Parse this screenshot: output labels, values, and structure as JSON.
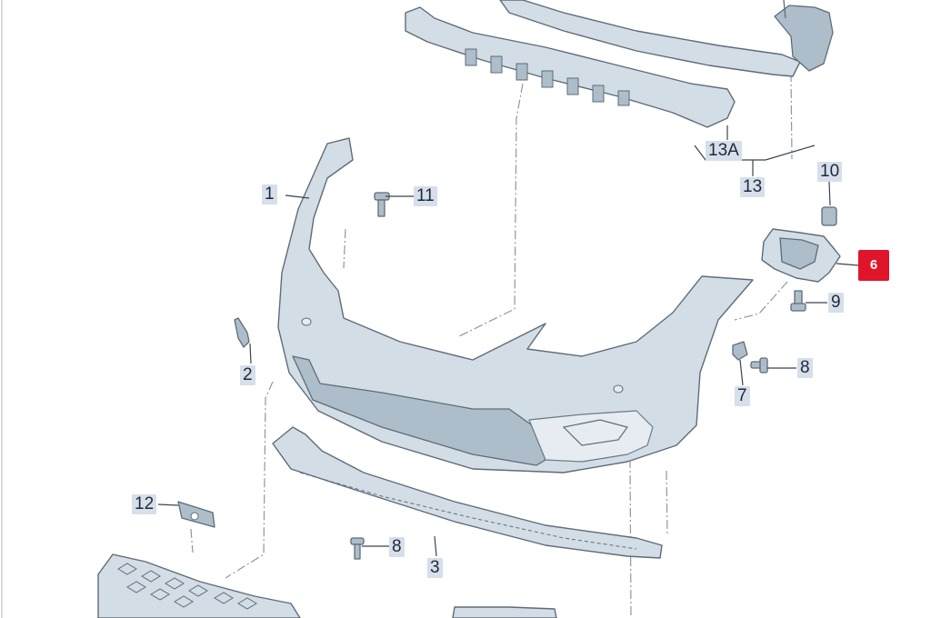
{
  "callouts": {
    "c1": "1",
    "c2": "2",
    "c3": "3",
    "c6": "6",
    "c7": "7",
    "c8a": "8",
    "c8b": "8",
    "c9": "9",
    "c10": "10",
    "c11": "11",
    "c12": "12",
    "c13": "13",
    "c13a": "13A"
  },
  "colors": {
    "highlight": "#e0142b",
    "label_bg": "#d6dfea",
    "part_fill": "#d3dde6",
    "part_stroke": "#5e6c79"
  }
}
